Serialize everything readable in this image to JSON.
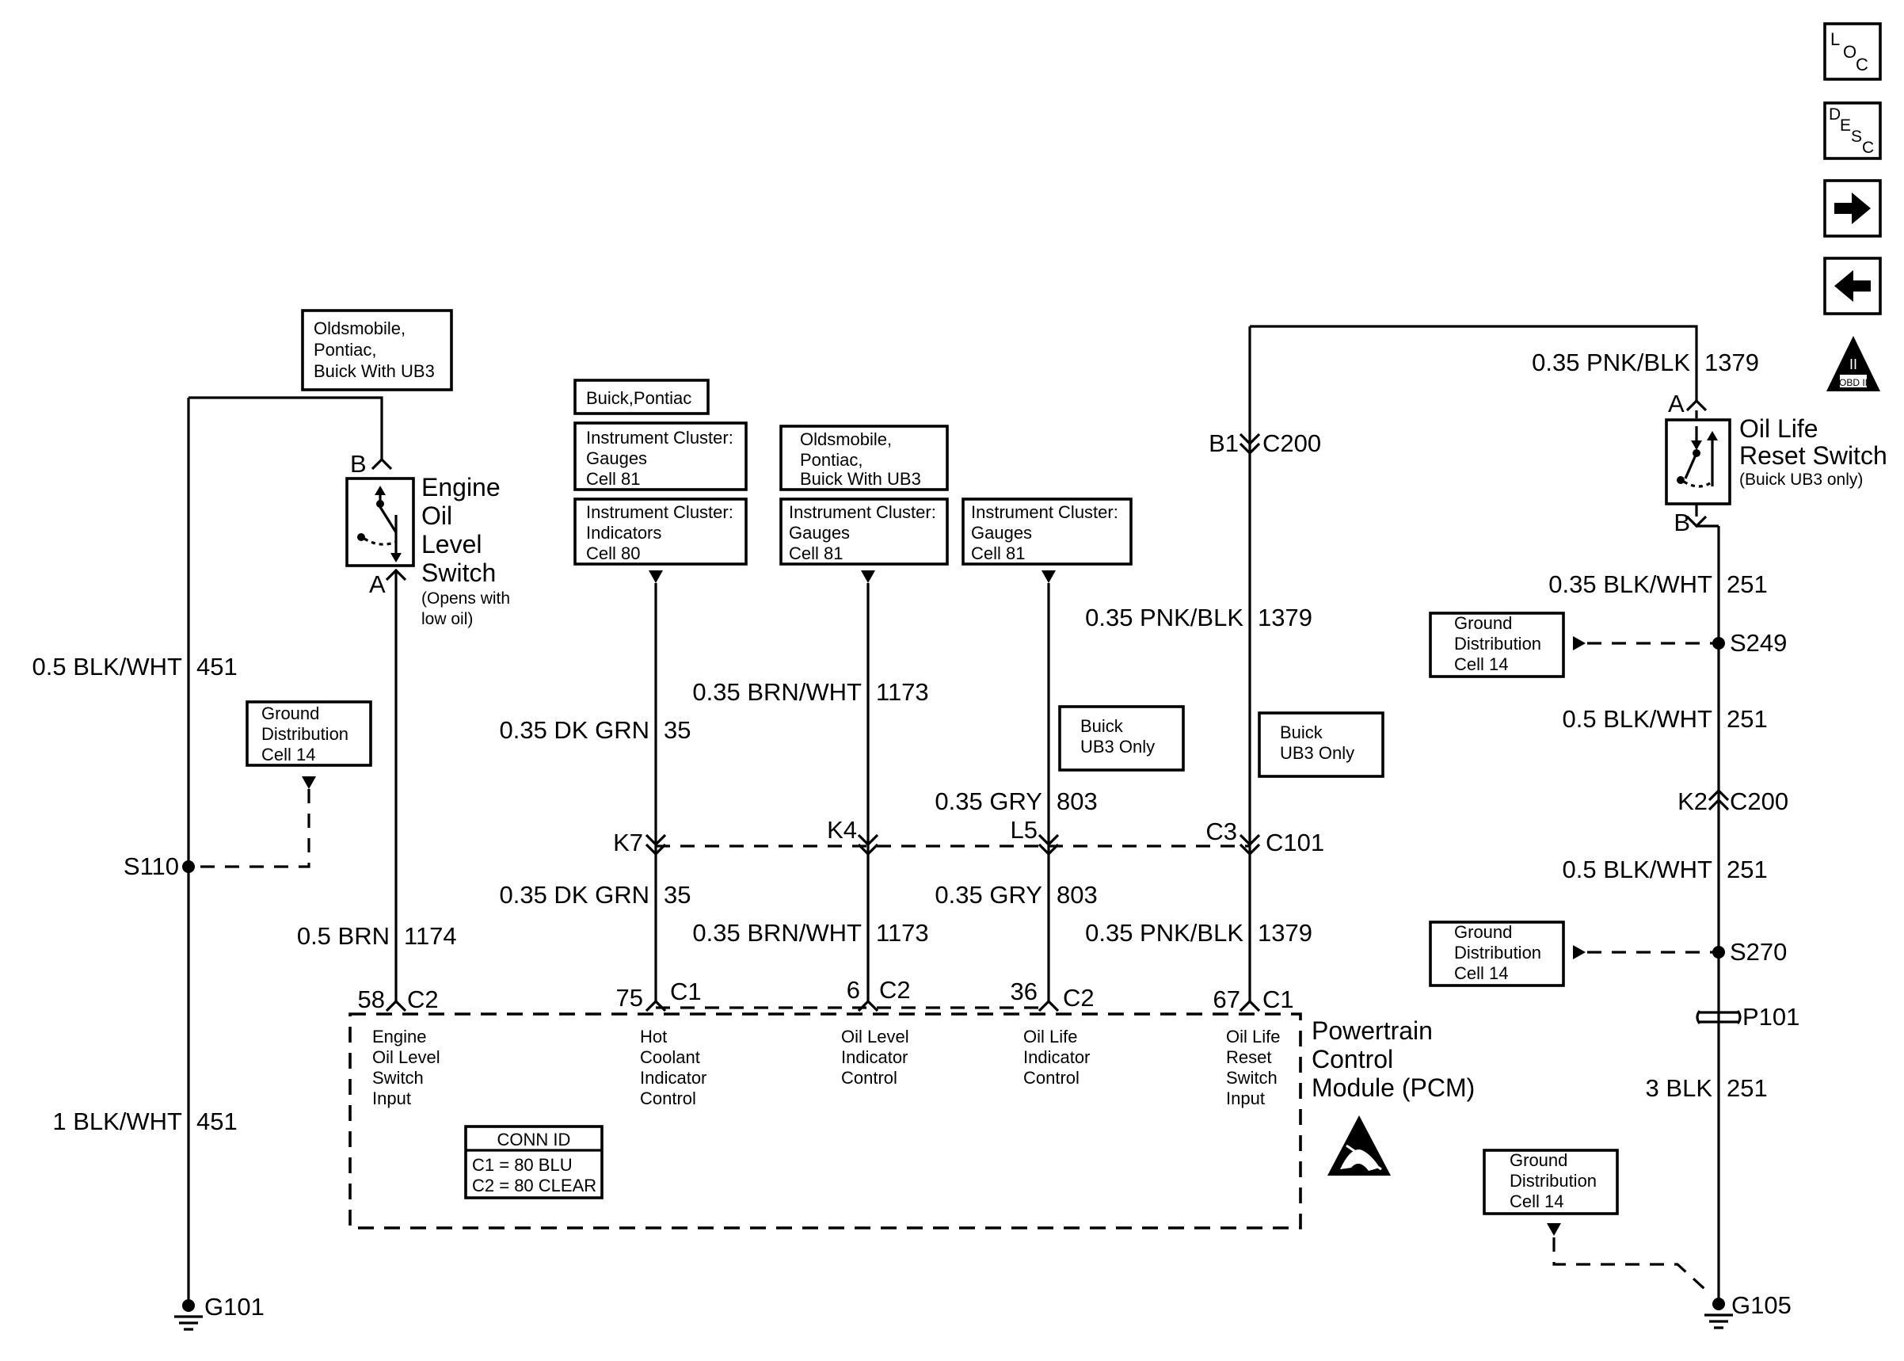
{
  "nav": {
    "loc": [
      "L",
      "O",
      "C"
    ],
    "desc": [
      "D",
      "E",
      "S",
      "C"
    ],
    "obd_label": "II",
    "obd_sublabel": "OBD II"
  },
  "refs": {
    "olds_pont_buick_ub3_a": [
      "Oldsmobile,",
      "Pontiac,",
      "Buick With UB3"
    ],
    "buick_pontiac": "Buick,Pontiac",
    "ic_gauges_a": [
      "Instrument Cluster:",
      "Gauges",
      "Cell 81"
    ],
    "ic_indicators": [
      "Instrument Cluster:",
      "Indicators",
      "Cell 80"
    ],
    "olds_pont_buick_ub3_b": [
      "Oldsmobile,",
      "Pontiac,",
      "Buick  With UB3"
    ],
    "ic_gauges_b": [
      "Instrument Cluster:",
      "Gauges",
      "Cell 81"
    ],
    "ic_gauges_c": [
      "Instrument Cluster:",
      "Gauges",
      "Cell 81"
    ],
    "ground_dist_left": [
      "Ground",
      "Distribution",
      "Cell 14"
    ],
    "ground_dist_s249": [
      "Ground",
      "Distribution",
      "Cell 14"
    ],
    "ground_dist_s270": [
      "Ground",
      "Distribution",
      "Cell 14"
    ],
    "ground_dist_g105": [
      "Ground",
      "Distribution",
      "Cell 14"
    ],
    "buick_ub3_only_a": [
      "Buick",
      "UB3 Only"
    ],
    "buick_ub3_only_b": [
      "Buick",
      "UB3 Only"
    ]
  },
  "components": {
    "engine_oil_switch": {
      "name": [
        "Engine",
        "Oil",
        "Level",
        "Switch"
      ],
      "note": [
        "(Opens with",
        "low oil)"
      ],
      "pin_top": "B",
      "pin_bottom": "A"
    },
    "oil_life_switch": {
      "name": [
        "Oil Life",
        "Reset Switch"
      ],
      "note": "(Buick UB3 only)",
      "pin_top": "A",
      "pin_bottom": "B"
    },
    "pcm": {
      "name": [
        "Powertrain",
        "Control",
        "Module (PCM)"
      ],
      "inputs": [
        [
          "Engine",
          "Oil Level",
          "Switch",
          "Input"
        ],
        [
          "Hot",
          "Coolant",
          "Indicator",
          "Control"
        ],
        [
          "Oil Level",
          "Indicator",
          "Control"
        ],
        [
          "Oil Life",
          "Indicator",
          "Control"
        ],
        [
          "Oil Life",
          "Reset",
          "Switch",
          "Input"
        ]
      ],
      "conn_id": {
        "title": "CONN ID",
        "c1": "C1 = 80 BLU",
        "c2": "C2 = 80 CLEAR"
      }
    }
  },
  "wires": {
    "blk_wht_451_upper": [
      "0.5 BLK/WHT",
      "451"
    ],
    "blk_wht_451_lower": [
      "1 BLK/WHT",
      "451"
    ],
    "brn_1174": [
      "0.5 BRN",
      "1174"
    ],
    "dk_grn_35_upper": [
      "0.35 DK GRN",
      "35"
    ],
    "dk_grn_35_lower": [
      "0.35 DK GRN",
      "35"
    ],
    "brn_wht_1173_upper": [
      "0.35 BRN/WHT",
      "1173"
    ],
    "brn_wht_1173_lower": [
      "0.35 BRN/WHT",
      "1173"
    ],
    "gry_803_upper": [
      "0.35 GRY",
      "803"
    ],
    "gry_803_lower": [
      "0.35 GRY",
      "803"
    ],
    "pnk_blk_1379_top": [
      "0.35 PNK/BLK",
      "1379"
    ],
    "pnk_blk_1379_mid": [
      "0.35 PNK/BLK",
      "1379"
    ],
    "pnk_blk_1379_lower": [
      "0.35 PNK/BLK",
      "1379"
    ],
    "blk_wht_251_a": [
      "0.35 BLK/WHT",
      "251"
    ],
    "blk_wht_251_b": [
      "0.5 BLK/WHT",
      "251"
    ],
    "blk_wht_251_c": [
      "0.5 BLK/WHT",
      "251"
    ],
    "blk_251": [
      "3 BLK",
      "251"
    ]
  },
  "connectors": {
    "c101": [
      "K7",
      "K4",
      "L5",
      "C3",
      "C101"
    ],
    "c200_b1": [
      "B1",
      "C200"
    ],
    "c200_k2": [
      "K2",
      "C200"
    ],
    "pcm_pins": [
      [
        "58",
        "C2"
      ],
      [
        "75",
        "C1"
      ],
      [
        "6",
        "C2"
      ],
      [
        "36",
        "C2"
      ],
      [
        "67",
        "C1"
      ]
    ]
  },
  "splices": {
    "s110": "S110",
    "s249": "S249",
    "s270": "S270",
    "p101": "P101"
  },
  "grounds": {
    "g101": "G101",
    "g105": "G105"
  }
}
